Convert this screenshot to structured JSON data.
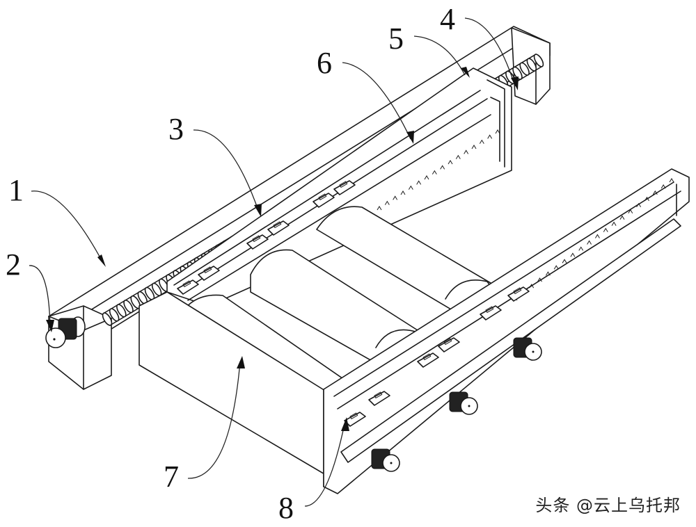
{
  "figure": {
    "type": "patent-style isometric line drawing",
    "subject": "roller conveying frame with lead screw adjustment",
    "callouts": [
      {
        "id": "1",
        "label": "1",
        "part": "base frame rail"
      },
      {
        "id": "2",
        "label": "2",
        "part": "drive knob"
      },
      {
        "id": "3",
        "label": "3",
        "part": "lead screw"
      },
      {
        "id": "4",
        "label": "4",
        "part": "screw end bearing"
      },
      {
        "id": "5",
        "label": "5",
        "part": "end plate"
      },
      {
        "id": "6",
        "label": "6",
        "part": "guide slot"
      },
      {
        "id": "7",
        "label": "7",
        "part": "roller"
      },
      {
        "id": "8",
        "label": "8",
        "part": "clamp block"
      }
    ]
  },
  "watermark": {
    "text": "头条 @云上乌托邦"
  }
}
